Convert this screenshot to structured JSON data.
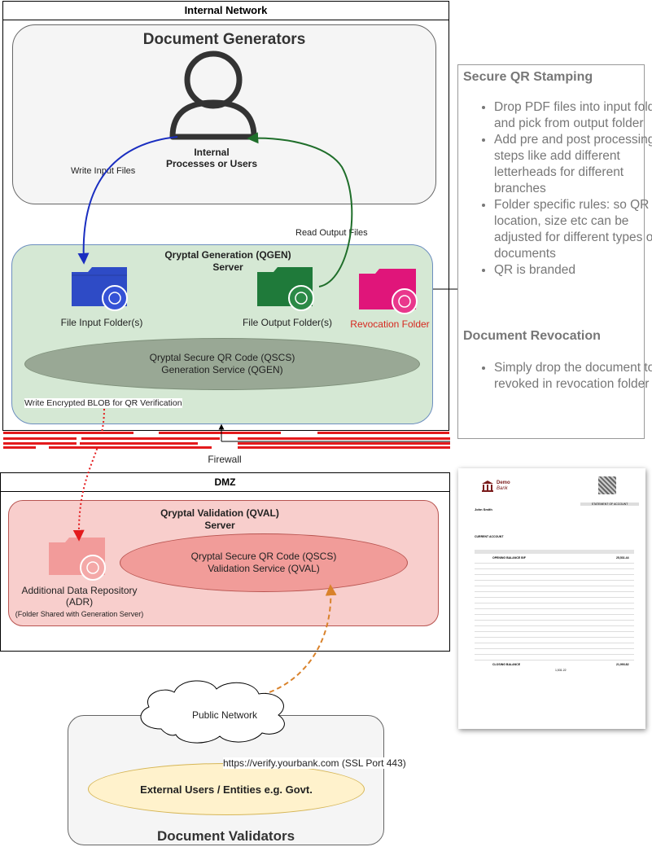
{
  "internal_network": {
    "title": "Internal Network"
  },
  "generators": {
    "title": "Document Generators",
    "user_label_line1": "Internal",
    "user_label_line2": "Processes or Users"
  },
  "flows": {
    "write_input": "Write Input Files",
    "read_output": "Read Output Files",
    "write_blob": "Write Encrypted BLOB for QR Verification"
  },
  "qgen": {
    "title_line1": "Qryptal Generation (QGEN)",
    "title_line2": "Server",
    "input_folder": "File Input Folder(s)",
    "output_folder": "File Output Folder(s)",
    "revocation_folder": "Revocation Folder",
    "service_line1": "Qryptal Secure QR Code (QSCS)",
    "service_line2": "Generation Service (QGEN)"
  },
  "firewall": {
    "label": "Firewall"
  },
  "dmz": {
    "title": "DMZ"
  },
  "qval": {
    "title_line1": "Qryptal Validation (QVAL)",
    "title_line2": "Server",
    "service_line1": "Qryptal Secure QR Code (QSCS)",
    "service_line2": "Validation Service (QVAL)",
    "adr_line1": "Additional Data Repository",
    "adr_line2": "(ADR)",
    "adr_line3": "(Folder Shared with Generation Server)"
  },
  "public_network": {
    "label": "Public Network",
    "url": "https://verify.yourbank.com (SSL Port 443)"
  },
  "validators": {
    "title": "Document Validators",
    "external": "External Users / Entities e.g. Govt."
  },
  "notes": {
    "stamping_title": "Secure QR Stamping",
    "stamping_items": [
      "Drop PDF files into input folders and pick from output folder",
      "Add pre and post processing steps like add different letterheads for different branches",
      "Folder specific rules: so QR location, size etc can be adjusted for different types of documents",
      "QR is branded"
    ],
    "revocation_title": "Document Revocation",
    "revocation_items": [
      "Simply drop the document to be revoked in revocation folder"
    ]
  },
  "sample_doc": {
    "bank_name_1": "Demo",
    "bank_name_2": "Bank",
    "customer": "John Smith",
    "statement_title": "STATEMENT OF ACCOUNT",
    "section": "CURRENT ACCOUNT",
    "opening": "OPENING BALANCE B/F",
    "opening_value": "25,531.44",
    "closing": "CLOSING BALANCE",
    "closing_value": "21,993.82",
    "total": "1,531.22"
  },
  "colors": {
    "generators_bg": "#f5f5f5",
    "qgen_bg": "#d5e8d4",
    "qgen_border": "#6c8ebf",
    "service_green": "#99a895",
    "qval_bg": "#f8cecc",
    "qval_service": "#f19c99",
    "validator_oval": "#fff2cc",
    "input_folder": "#2e4bc6",
    "output_folder": "#1f7a3a",
    "revocation_folder": "#e0157a",
    "firewall": "#e31a1c",
    "revocation_text": "#d6281f",
    "arrow_blue": "#1a2ec0",
    "arrow_green": "#1f6e2a",
    "arrow_red": "#e31a1c",
    "arrow_orange": "#d9822b"
  }
}
